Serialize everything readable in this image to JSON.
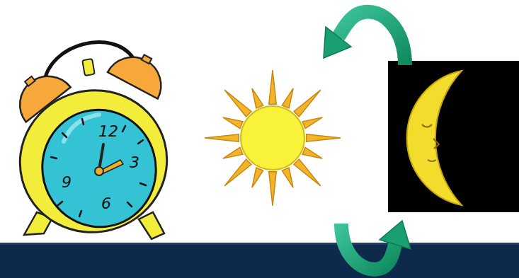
{
  "diagram": {
    "labels": [
      "12",
      "3",
      "9",
      "6"
    ]
  }
}
